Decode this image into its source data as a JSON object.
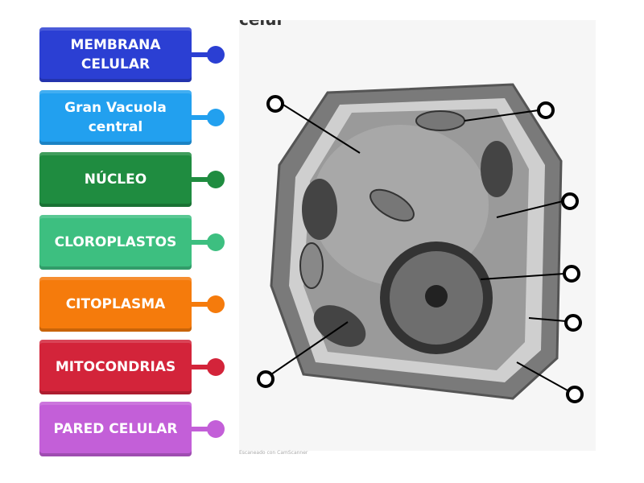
{
  "labels": [
    {
      "text": "MEMBRANA CELULAR",
      "color": "#2b3fd3"
    },
    {
      "text": "Gran Vacuola central",
      "color": "#22a0ef"
    },
    {
      "text": "NÚCLEO",
      "color": "#1f8c40"
    },
    {
      "text": "CLOROPLASTOS",
      "color": "#3dbf80"
    },
    {
      "text": "CITOPLASMA",
      "color": "#f57b0c"
    },
    {
      "text": "MITOCONDRIAS",
      "color": "#d3243a"
    },
    {
      "text": "PARED CELULAR",
      "color": "#c35fd8"
    }
  ],
  "image": {
    "scan_caption": "Escaneado con CamScanner",
    "partial_title": "celul"
  }
}
